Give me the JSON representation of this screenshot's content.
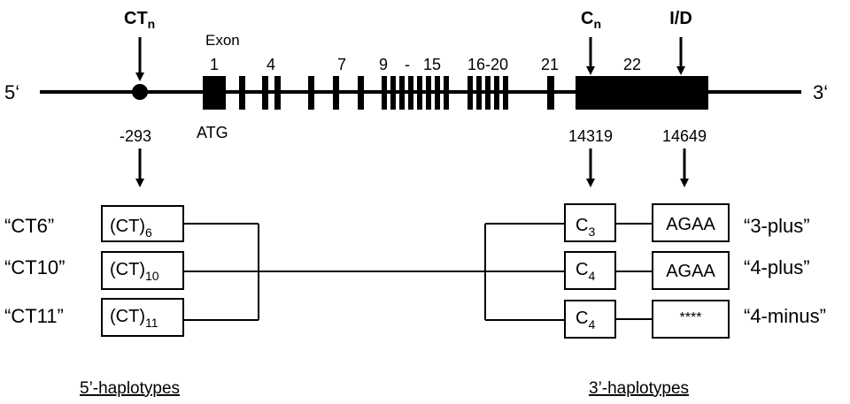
{
  "gene": {
    "five_prime": "5‘",
    "three_prime": "3‘",
    "exon_title": "Exon",
    "exon_labels": [
      "1",
      "4",
      "7",
      "9",
      "-",
      "15",
      "16-20",
      "21",
      "22"
    ],
    "atg": "ATG"
  },
  "markers": {
    "ct": {
      "base": "CT",
      "sub": "n",
      "position": "-293"
    },
    "c": {
      "base": "C",
      "sub": "n",
      "position": "14319"
    },
    "id": {
      "label": "I/D",
      "position": "14649"
    }
  },
  "five_haplotypes": {
    "title": "5’-haplotypes",
    "rows": [
      {
        "name": "“CT6”",
        "base": "(CT)",
        "sub": "6"
      },
      {
        "name": "“CT10”",
        "base": "(CT)",
        "sub": "10"
      },
      {
        "name": "“CT11”",
        "base": "(CT)",
        "sub": "11"
      }
    ]
  },
  "three_haplotypes": {
    "title": "3’-haplotypes",
    "rows": [
      {
        "c_base": "C",
        "c_sub": "3",
        "seq": "AGAA",
        "name": "“3-plus”"
      },
      {
        "c_base": "C",
        "c_sub": "4",
        "seq": "AGAA",
        "name": "“4-plus”"
      },
      {
        "c_base": "C",
        "c_sub": "4",
        "seq": "****",
        "name": "“4-minus”"
      }
    ]
  }
}
